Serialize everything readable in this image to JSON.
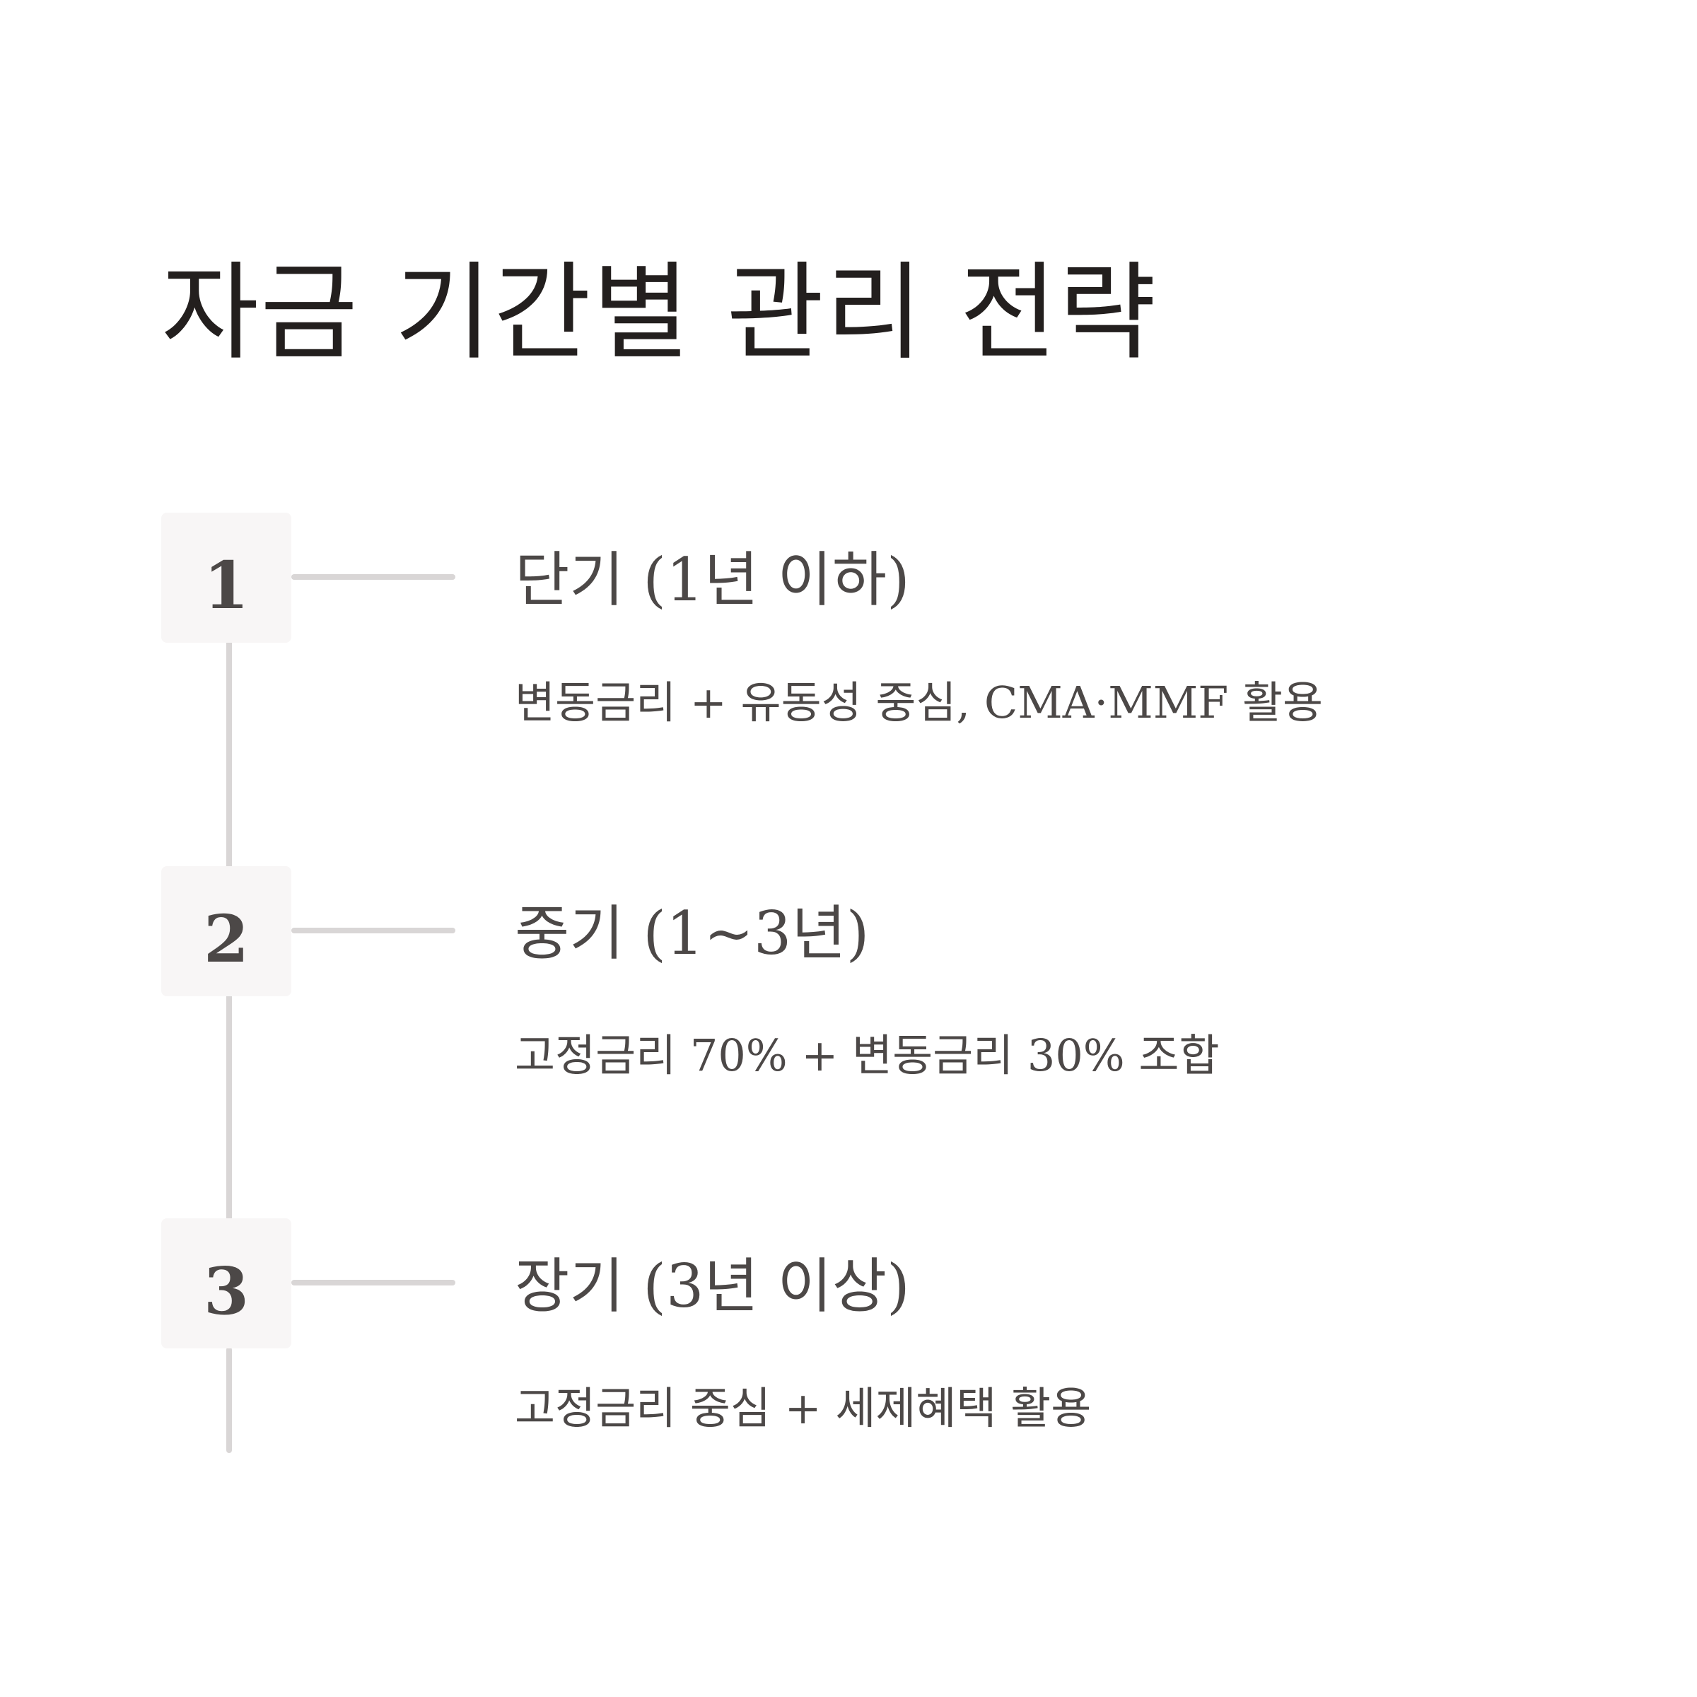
{
  "title": "자금 기간별 관리 전략",
  "steps": [
    {
      "number": "1",
      "heading": "단기 (1년 이하)",
      "description": "변동금리 + 유동성 중심, CMA·MMF 활용"
    },
    {
      "number": "2",
      "heading": "중기 (1~3년)",
      "description": "고정금리 70% + 변동금리 30% 조합"
    },
    {
      "number": "3",
      "heading": "장기 (3년 이상)",
      "description": "고정금리 중심 + 세제혜택 활용"
    }
  ],
  "colors": {
    "title": "#231f1e",
    "text": "#4c4847",
    "line": "#d9d6d6",
    "badge": "#f8f6f6",
    "background": "#ffffff"
  }
}
